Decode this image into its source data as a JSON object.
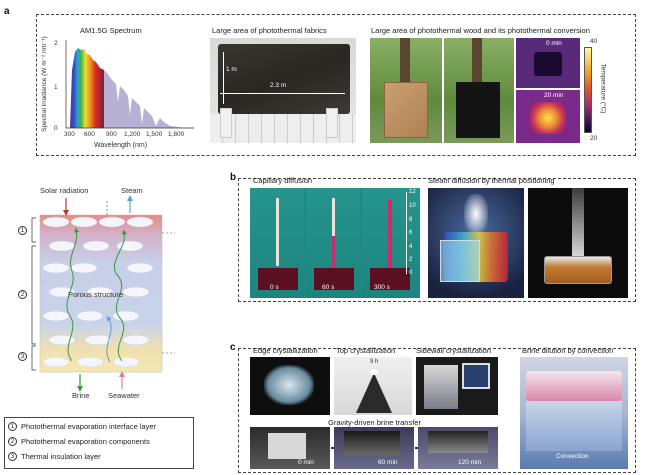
{
  "panels": {
    "a": "a",
    "b": "b",
    "c": "c"
  },
  "spectrum": {
    "title": "AM1.5G  Spectrum",
    "ylabel": "Spectral irradiance (W m⁻² nm⁻¹)",
    "xlabel": "Wavelength (nm)",
    "yticks": [
      "0",
      "1",
      "2"
    ],
    "xticks": [
      "300",
      "600",
      "900",
      "1,200",
      "1,500",
      "1,800"
    ]
  },
  "fabrics": {
    "title": "Large area of photothermal fabrics",
    "height_label": "1 m",
    "width_label": "2.3 m"
  },
  "wood": {
    "title": "Large area of photothermal wood and its photothermal conversion",
    "time0": "0 min",
    "time20": "20 min"
  },
  "colorbar": {
    "max": "40",
    "min": "20",
    "label": "Temperature (°C)"
  },
  "schematic": {
    "solar": "Solar radiation",
    "steam": "Steam",
    "porous": "Porous structure",
    "brine": "Brine",
    "seawater": "Seawater",
    "marks": [
      "1",
      "2",
      "3"
    ]
  },
  "legend": [
    {
      "num": "1",
      "text": "Photothermal evaporation interface layer"
    },
    {
      "num": "2",
      "text": "Photothermal evaporation components"
    },
    {
      "num": "3",
      "text": "Thermal insulation layer"
    }
  ],
  "capillary": {
    "title": "Capillary diffusion",
    "times": [
      "0 s",
      "60 s",
      "300 s"
    ],
    "scale": [
      "12",
      "10",
      "8",
      "6",
      "4",
      "2",
      "0"
    ]
  },
  "steam_diffusion": {
    "title": "Steam diffusion by thermal positioning"
  },
  "crystal": {
    "edge": "Edge crystallization",
    "top": "Top crystallization",
    "top_time": "9 h",
    "sidewall": "Sidewall crystallization",
    "gravity": "Gravity-driven brine transfer",
    "times": [
      "0 min",
      "60 min",
      "120 min"
    ]
  },
  "dilution": {
    "title": "Brine dilution by convection",
    "label": "Convection"
  },
  "colors": {
    "red_arrow": "#c0392b",
    "blue_arrow": "#5aa0d8",
    "green_arrow": "#3a9a3a",
    "pink_arrow": "#e07aa0"
  }
}
